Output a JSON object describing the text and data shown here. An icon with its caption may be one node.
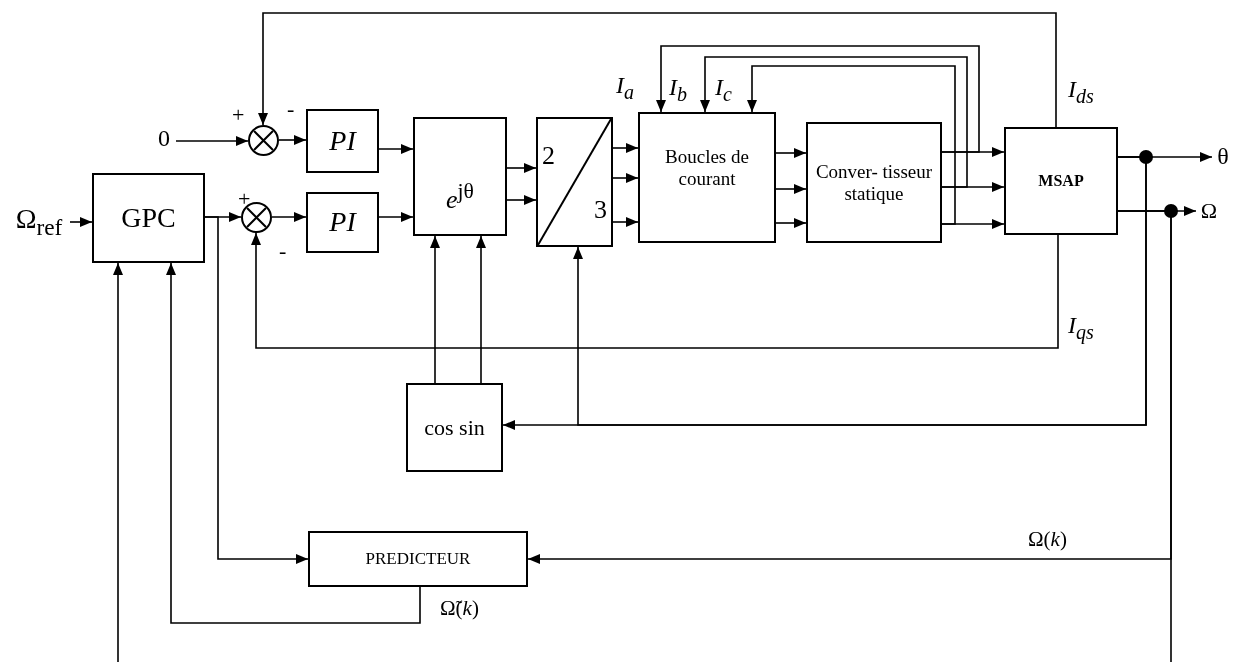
{
  "diagram": {
    "nodes": [
      {
        "text": [
          "0"
        ]
      },
      {
        "text": [],
        "shape": "circle"
      },
      {
        "text": [
          "PI"
        ]
      },
      {
        "text": [],
        "shape": "circle"
      },
      {
        "text": [
          "PI"
        ]
      },
      {
        "text": [
          "GPC"
        ]
      },
      {
        "text": [
          "*e*$^{jθ}$"
        ]
      },
      {
        "text": [
          "2",
          "3"
        ]
      },
      {
        "text": [
          "Boucles de courant"
        ]
      },
      {
        "text": [
          "Conver- tisseur statique"
        ]
      },
      {
        "text": [
          "MSAP"
        ]
      },
      {
        "text": [
          "Ω$_{ref}$"
        ]
      },
      {
        "text": [
          "θ"
        ]
      },
      {
        "text": [
          "Ω"
        ]
      },
      {
        "text": [
          "cos sin"
        ]
      },
      {
        "text": [
          "PREDICTEUR"
        ]
      }
    ],
    "edges": [
      {
        "from": 0,
        "to": 1,
        "arrow": "to"
      },
      {
        "from": 10,
        "to": 1,
        "arrow": "to",
        "label": "I$_{ds}$"
      },
      {
        "from": 1,
        "to": 2,
        "arrow": "to"
      },
      {
        "from": 2,
        "to": 6,
        "arrow": "to"
      },
      {
        "from": 11,
        "to": 5,
        "arrow": "to"
      },
      {
        "from": 5,
        "to": 3,
        "arrow": "to"
      },
      {
        "from": 3,
        "to": 4,
        "arrow": "to"
      },
      {
        "from": 4,
        "to": 6,
        "arrow": "to"
      },
      {
        "from": 6,
        "to": 7,
        "arrow": "to"
      },
      {
        "from": 6,
        "to": 7,
        "arrow": "to"
      },
      {
        "from": 7,
        "to": 8,
        "arrow": "to"
      },
      {
        "from": 7,
        "to": 8,
        "arrow": "to"
      },
      {
        "from": 7,
        "to": 8,
        "arrow": "to"
      },
      {
        "from": 8,
        "to": 9,
        "arrow": "to"
      },
      {
        "from": 8,
        "to": 9,
        "arrow": "to"
      },
      {
        "from": 8,
        "to": 9,
        "arrow": "to"
      },
      {
        "from": 9,
        "to": 10,
        "arrow": "to"
      },
      {
        "from": 9,
        "to": 10,
        "arrow": "to"
      },
      {
        "from": 9,
        "to": 10,
        "arrow": "to"
      },
      {
        "from": 9,
        "to": 8,
        "arrow": "to",
        "label": "I$_{a}$"
      },
      {
        "from": 9,
        "to": 8,
        "arrow": "to",
        "label": "I$_{b}$"
      },
      {
        "from": 9,
        "to": 8,
        "arrow": "to",
        "label": "I$_{c}$"
      },
      {
        "from": 10,
        "to": 12,
        "arrow": "to"
      },
      {
        "from": 10,
        "to": 13,
        "arrow": "to"
      },
      {
        "from": 10,
        "to": 3,
        "arrow": "to",
        "label": "I$_{qs}$"
      },
      {
        "from": 10,
        "to": 14,
        "arrow": "to"
      },
      {
        "from": 10,
        "to": 7,
        "arrow": "to"
      },
      {
        "from": 14,
        "to": 6,
        "arrow": "to"
      },
      {
        "from": 14,
        "to": 6,
        "arrow": "to"
      },
      {
        "from": 10,
        "to": 15,
        "arrow": "to",
        "label": "Ω(*k*)"
      },
      {
        "from": 10,
        "to": null,
        "arrow": "none"
      },
      {
        "from": null,
        "to": 5,
        "arrow": "to"
      },
      {
        "from": 5,
        "to": 15,
        "arrow": "to"
      },
      {
        "from": 15,
        "to": 5,
        "arrow": "to",
        "label": "Ω̃(*k*)"
      }
    ],
    "labels": [
      "+",
      "-",
      "+",
      "-"
    ]
  }
}
